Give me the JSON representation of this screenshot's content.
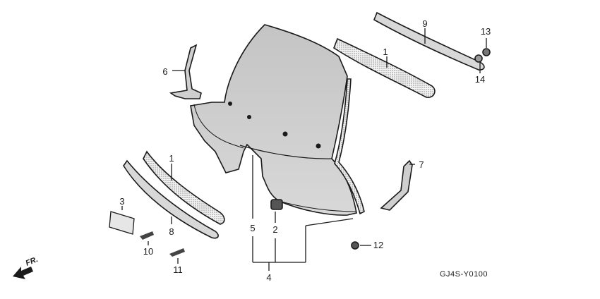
{
  "diagram": {
    "code": "GJ4S-Y0100",
    "direction_label": "FR.",
    "callouts": [
      {
        "id": "c1a",
        "text": "1"
      },
      {
        "id": "c1b",
        "text": "1"
      },
      {
        "id": "c2",
        "text": "2"
      },
      {
        "id": "c3",
        "text": "3"
      },
      {
        "id": "c4",
        "text": "4"
      },
      {
        "id": "c5",
        "text": "5"
      },
      {
        "id": "c6",
        "text": "6"
      },
      {
        "id": "c7",
        "text": "7"
      },
      {
        "id": "c8",
        "text": "8"
      },
      {
        "id": "c9",
        "text": "9"
      },
      {
        "id": "c10",
        "text": "10"
      },
      {
        "id": "c11",
        "text": "11"
      },
      {
        "id": "c12",
        "text": "12"
      },
      {
        "id": "c13",
        "text": "13"
      },
      {
        "id": "c14",
        "text": "14"
      }
    ]
  }
}
